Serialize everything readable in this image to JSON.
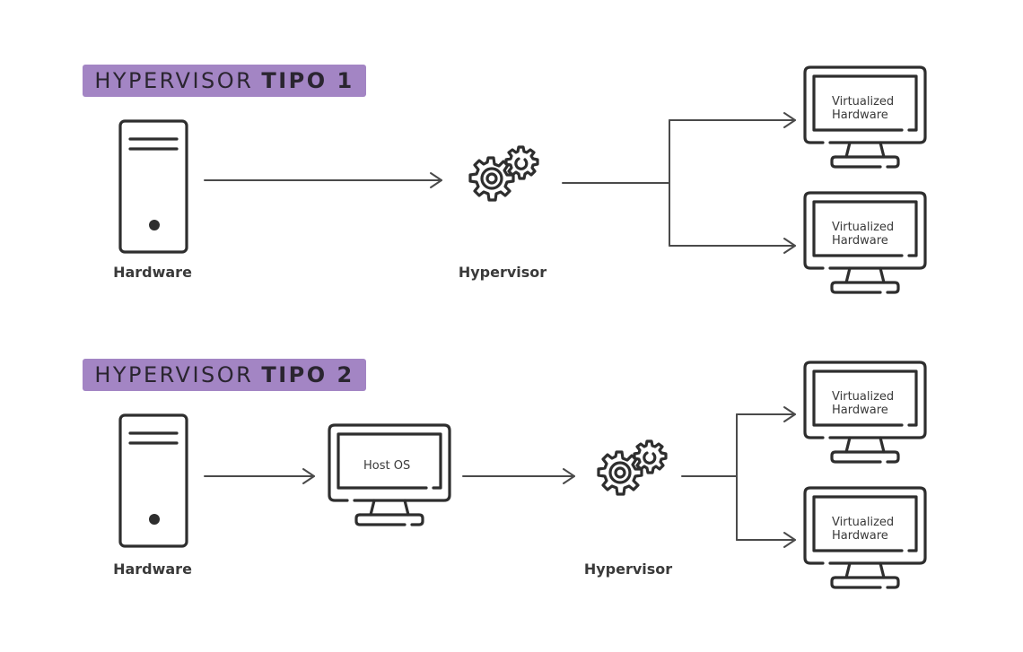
{
  "sections": [
    {
      "title_regular": "HYPERVISOR",
      "title_bold": "TIPO 1",
      "hardware_label": "Hardware",
      "hypervisor_label": "Hypervisor",
      "vms": [
        {
          "line1": "Virtualized",
          "line2": "Hardware"
        },
        {
          "line1": "Virtualized",
          "line2": "Hardware"
        }
      ]
    },
    {
      "title_regular": "HYPERVISOR",
      "title_bold": "TIPO 2",
      "hardware_label": "Hardware",
      "host_os_label": "Host OS",
      "hypervisor_label": "Hypervisor",
      "vms": [
        {
          "line1": "Virtualized",
          "line2": "Hardware"
        },
        {
          "line1": "Virtualized",
          "line2": "Hardware"
        }
      ]
    }
  ],
  "colors": {
    "badge": "#a385c4",
    "stroke": "#2e2e2e",
    "connector": "#4a4a4a"
  }
}
